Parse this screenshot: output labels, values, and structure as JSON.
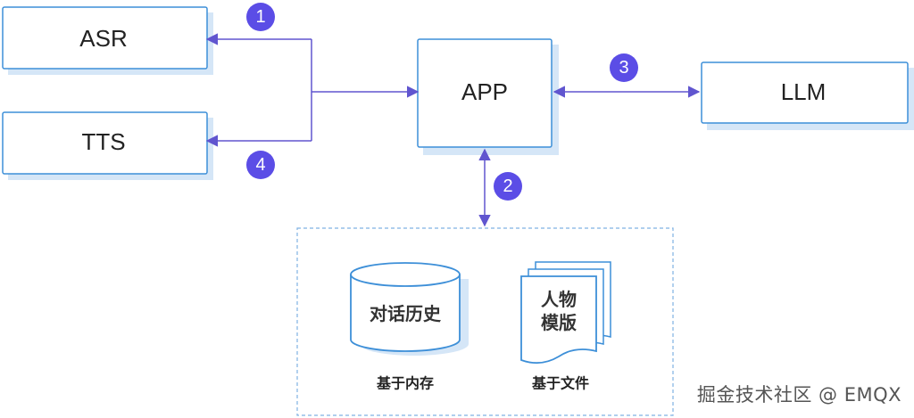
{
  "nodes": {
    "asr": "ASR",
    "tts": "TTS",
    "app": "APP",
    "llm": "LLM",
    "history": "对话历史",
    "template_line1": "人物",
    "template_line2": "模版"
  },
  "captions": {
    "memory": "基于内存",
    "file": "基于文件"
  },
  "steps": [
    "1",
    "2",
    "3",
    "4"
  ],
  "watermark": "掘金技术社区 @ EMQX",
  "colors": {
    "box_border": "#3d8fd8",
    "box_shadow": "#d5e6f7",
    "arrow": "#6055cf",
    "step_badge": "#5b4de6",
    "dashed_border": "#7fb2e3"
  },
  "icons": {
    "history": "database-cylinder-icon",
    "template": "document-stack-icon"
  }
}
